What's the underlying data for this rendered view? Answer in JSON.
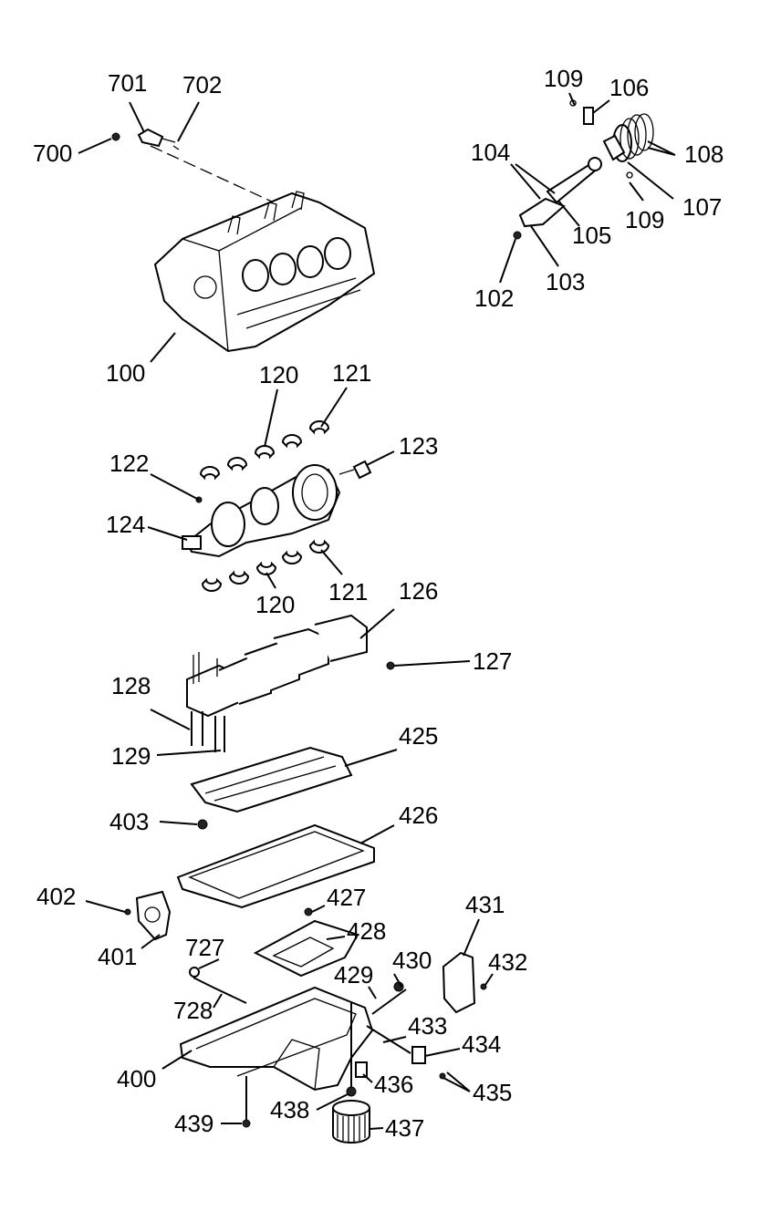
{
  "labels": {
    "l700": "700",
    "l701": "701",
    "l702": "702",
    "l100": "100",
    "l109a": "109",
    "l106": "106",
    "l104": "104",
    "l108": "108",
    "l107": "107",
    "l109b": "109",
    "l105": "105",
    "l103": "103",
    "l102": "102",
    "l120a": "120",
    "l121a": "121",
    "l122": "122",
    "l123": "123",
    "l124": "124",
    "l120b": "120",
    "l121b": "121",
    "l126": "126",
    "l127": "127",
    "l128": "128",
    "l129": "129",
    "l425": "425",
    "l403": "403",
    "l426": "426",
    "l402": "402",
    "l401": "401",
    "l427": "427",
    "l428": "428",
    "l431": "431",
    "l727": "727",
    "l430": "430",
    "l432": "432",
    "l429": "429",
    "l728": "728",
    "l433": "433",
    "l434": "434",
    "l400": "400",
    "l436": "436",
    "l435": "435",
    "l438": "438",
    "l439": "439",
    "l437": "437"
  }
}
